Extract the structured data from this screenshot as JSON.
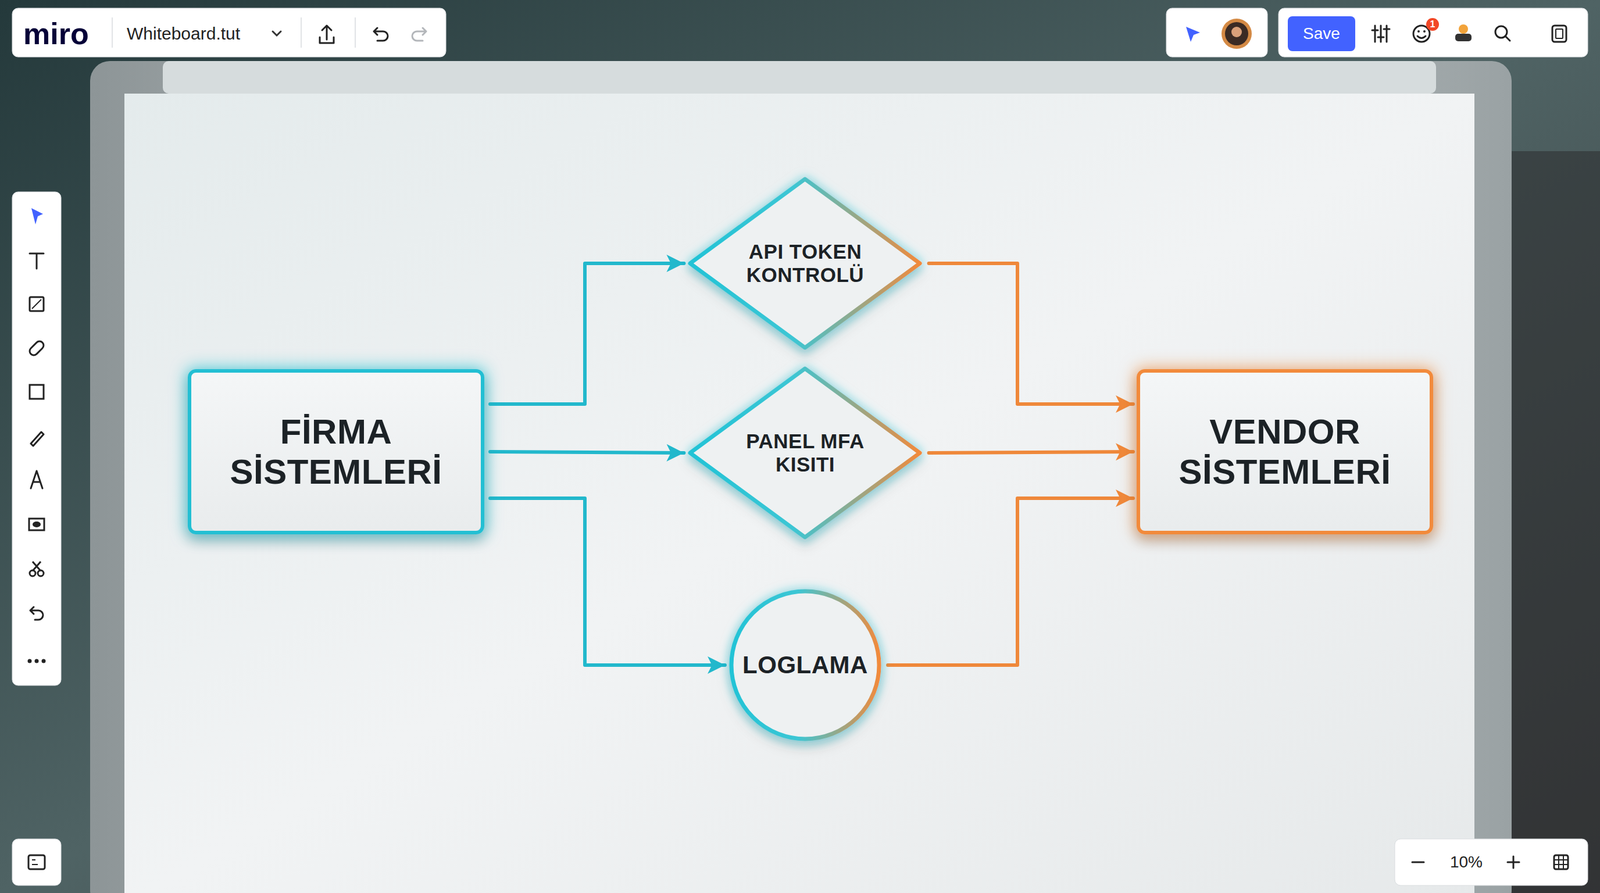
{
  "diagram": {
    "nodes": [
      {
        "text": [
          "FİRMA SİSTEMLERİ"
        ]
      },
      {
        "text": [
          "API TOKEN KONTROLÜ"
        ]
      },
      {
        "text": [
          "PANEL MFA KISITI"
        ]
      },
      {
        "text": [
          "LOGLAMA"
        ]
      },
      {
        "text": [
          "VENDOR SİSTEMLERİ"
        ]
      }
    ],
    "edges": [
      {
        "from": 0,
        "to": 1,
        "arrow": "to"
      },
      {
        "from": 0,
        "to": 2,
        "arrow": "to"
      },
      {
        "from": 0,
        "to": 3,
        "arrow": "to"
      },
      {
        "from": 1,
        "to": 4,
        "arrow": "to"
      },
      {
        "from": 2,
        "to": 4,
        "arrow": "to"
      },
      {
        "from": 3,
        "to": 4,
        "arrow": "to"
      }
    ],
    "labels": [
      "miro",
      "Whiteboard.tut",
      "Save",
      "1",
      "10%"
    ]
  }
}
